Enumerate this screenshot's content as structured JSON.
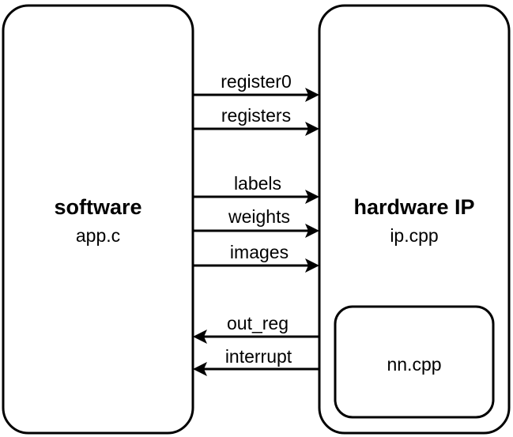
{
  "software": {
    "title": "software",
    "file": "app.c"
  },
  "hardware": {
    "title": "hardware IP",
    "file": "ip.cpp",
    "inner": {
      "file": "nn.cpp"
    }
  },
  "inputs": [
    {
      "label": "register0"
    },
    {
      "label": "registers"
    },
    {
      "label": "labels"
    },
    {
      "label": "weights"
    },
    {
      "label": "images"
    }
  ],
  "outputs": [
    {
      "label": "out_reg"
    },
    {
      "label": "interrupt"
    }
  ]
}
